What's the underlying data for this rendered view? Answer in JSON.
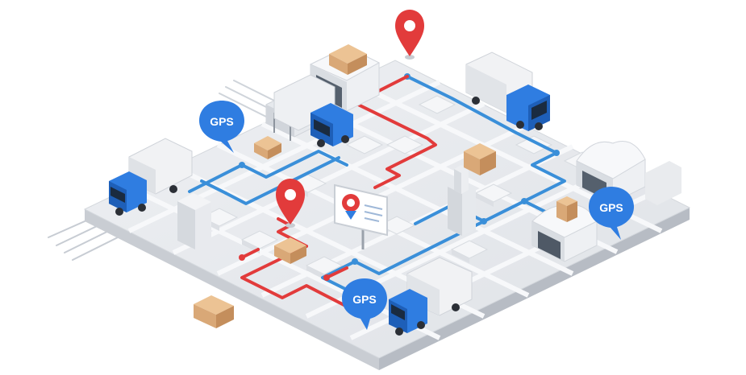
{
  "gps_markers": [
    {
      "label": "GPS"
    },
    {
      "label": "GPS"
    },
    {
      "label": "GPS"
    }
  ],
  "colors": {
    "route_blue": "#3a8fd9",
    "route_red": "#e23b3b",
    "truck_cab": "#2f7de1",
    "gps_bubble": "#2f7de1",
    "pin_red": "#e23b3b",
    "box": "#d9a877",
    "ground": "#e9ebee"
  }
}
